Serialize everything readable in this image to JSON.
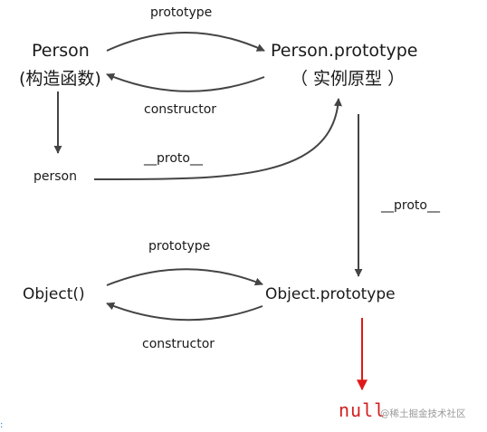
{
  "nodes": {
    "person_ctor": "Person",
    "person_ctor_sub": "(构造函数)",
    "person_proto": "Person.prototype",
    "person_proto_sub": "（ 实例原型 ）",
    "person_instance": "person",
    "object_ctor": "Object()",
    "object_proto": "Object.prototype",
    "null": "null"
  },
  "edges": {
    "prototype_top": "prototype",
    "constructor_top": "constructor",
    "proto_person": "__proto__",
    "proto_object": "__proto__",
    "prototype_bottom": "prototype",
    "constructor_bottom": "constructor"
  },
  "watermark": "@稀土掘金技术社区",
  "colors": {
    "arrow": "#444444",
    "null_arrow": "#e01818",
    "null_text": "#d21f1f"
  }
}
